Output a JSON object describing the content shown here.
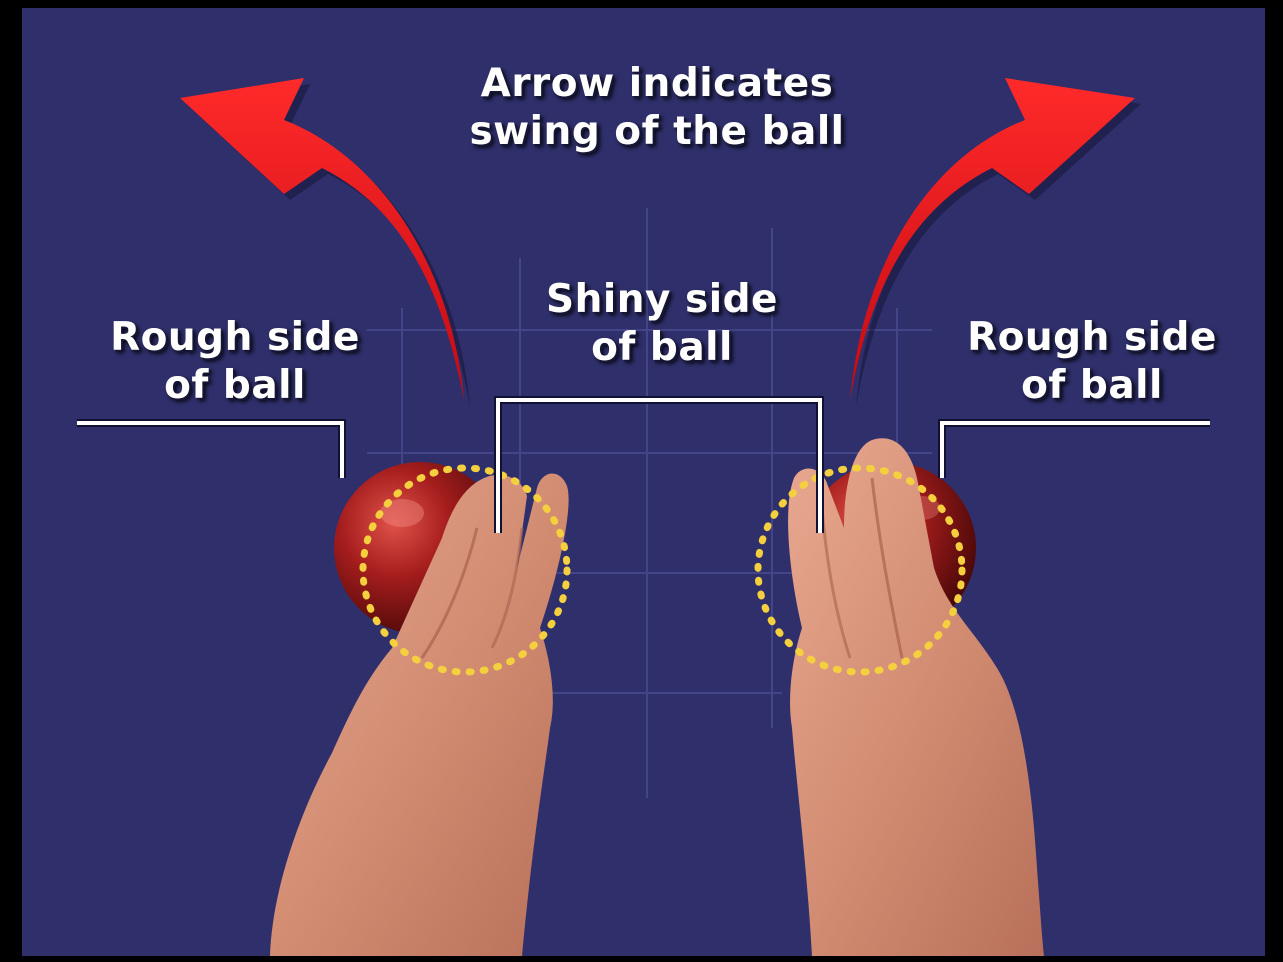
{
  "labels": {
    "arrow_caption": "Arrow indicates\nswing of the ball",
    "shiny_side": "Shiny side\nof ball",
    "rough_side_left": "Rough side\nof ball",
    "rough_side_right": "Rough side\nof ball"
  },
  "colors": {
    "background": "#2f2f6b",
    "frame": "#000000",
    "arrow": "#e8101a",
    "ball": "#9b1b1b",
    "highlight_ring": "#f4d03f",
    "skin": "#d9957e",
    "callout_line": "#ffffff"
  },
  "icons": {
    "left_arrow": "swing-arrow-left-icon",
    "right_arrow": "swing-arrow-right-icon"
  }
}
